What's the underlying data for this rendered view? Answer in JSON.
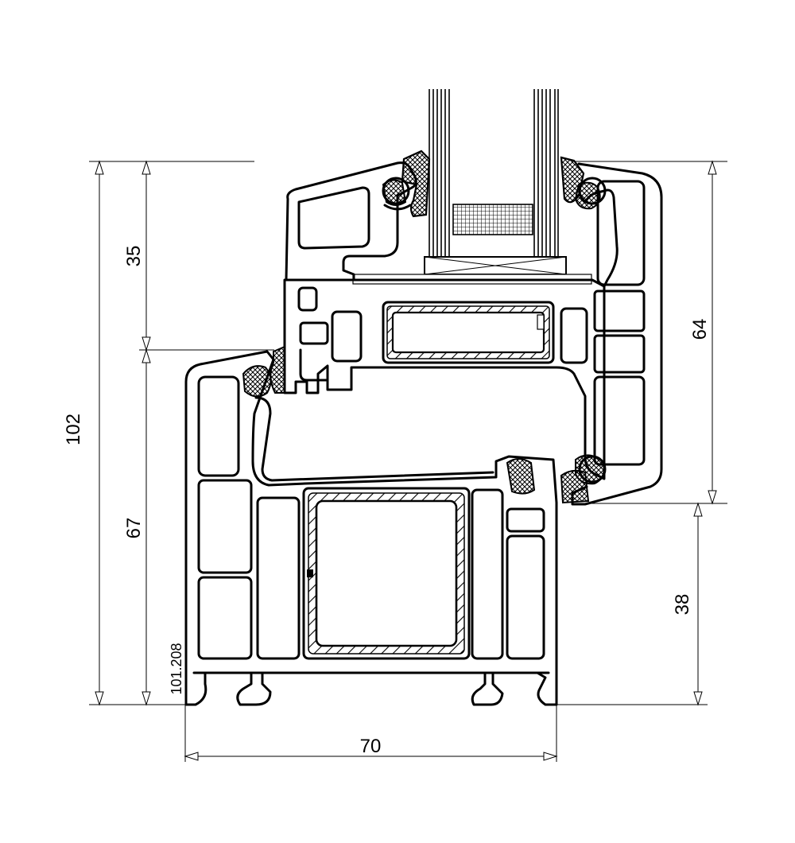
{
  "drawing": {
    "part_code": "101.208",
    "dimensions": {
      "total_height": "102",
      "sash_top_height": "35",
      "frame_height": "67",
      "sash_height": "64",
      "bottom_height": "38",
      "width": "70"
    },
    "colors": {
      "line": "#000000",
      "background": "#ffffff"
    }
  }
}
